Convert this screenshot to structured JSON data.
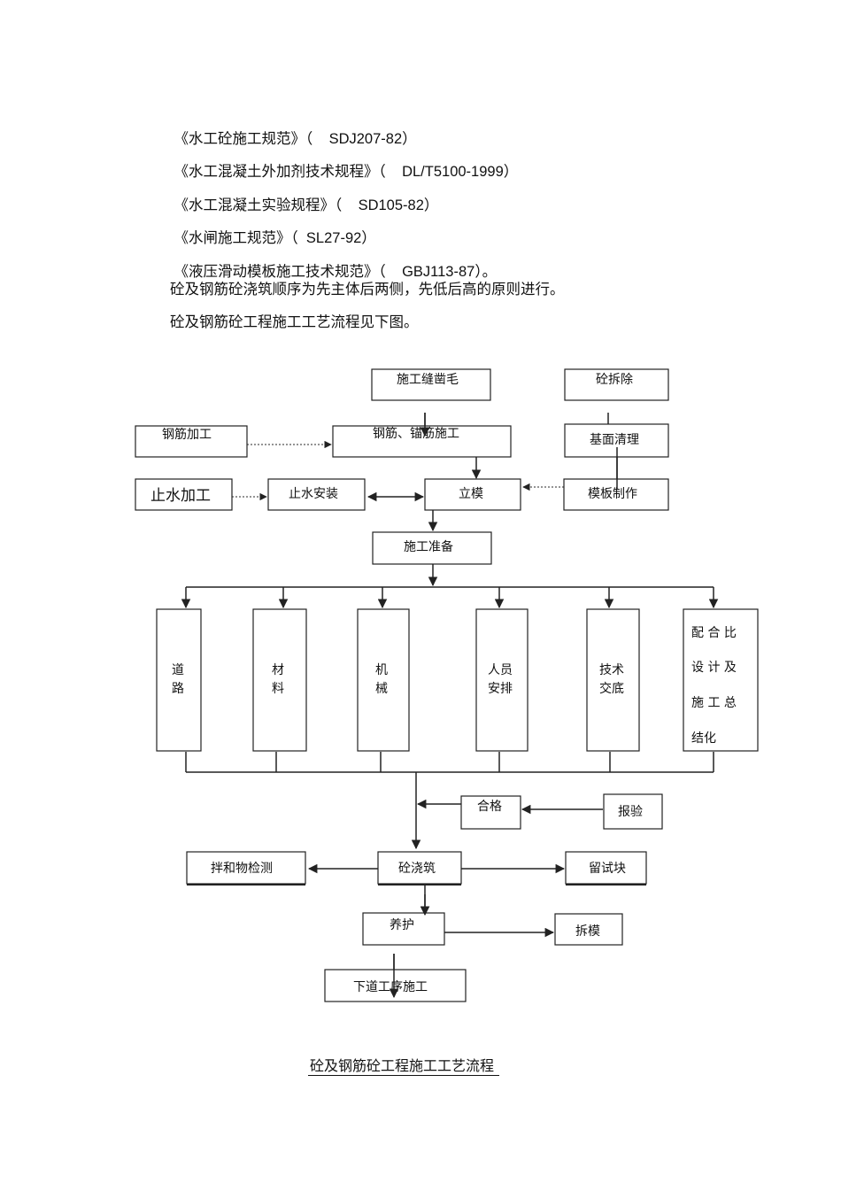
{
  "references": [
    {
      "title": "《水工砼施工规范》",
      "code": "（    SDJ207-82）"
    },
    {
      "title": "《水工混凝土外加剂技术规程》",
      "code": "（    DL/T5100-1999）"
    },
    {
      "title": "《水工混凝土实验规程》",
      "code": "（    SD105-82）"
    },
    {
      "title": "《水闸施工规范》",
      "code": "（  SL27-92）"
    },
    {
      "title": "《液压滑动模板施工技术规范》",
      "code": "（    GBJ113-87）。"
    }
  ],
  "paragraphs": [
    "砼及钢筋砼浇筑顺序为先主体后两侧，先低后高的原则进行。",
    "砼及钢筋砼工程施工工艺流程见下图。"
  ],
  "flow": {
    "seam_chiseling": "施工缝凿毛",
    "concrete_removal": "砼拆除",
    "rebar_processing": "钢筋加工",
    "rebar_anchor": "钢筋、锚筋施工",
    "base_cleaning": "基面清理",
    "waterstop_processing": "止水加工",
    "waterstop_install": "止水安装",
    "formwork_erect": "立模",
    "formwork_making": "模板制作",
    "construction_prep": "施工准备",
    "road": [
      "道",
      "路"
    ],
    "material": [
      "材",
      "料"
    ],
    "machinery": [
      "机",
      "械"
    ],
    "personnel": [
      "人员",
      "安排"
    ],
    "tech_briefing": [
      "技术",
      "交底"
    ],
    "mix_design": [
      "配 合 比",
      "设 计 及",
      "施 工 总",
      "结化"
    ],
    "qualified": "合格",
    "inspection_report": "报验",
    "mixture_testing": "拌和物检测",
    "concrete_pouring": "砼浇筑",
    "test_block": "留试块",
    "curing": "养护",
    "form_removal": "拆模",
    "next_process": "下道工序施工"
  },
  "caption": "砼及钢筋砼工程施工工艺流程"
}
